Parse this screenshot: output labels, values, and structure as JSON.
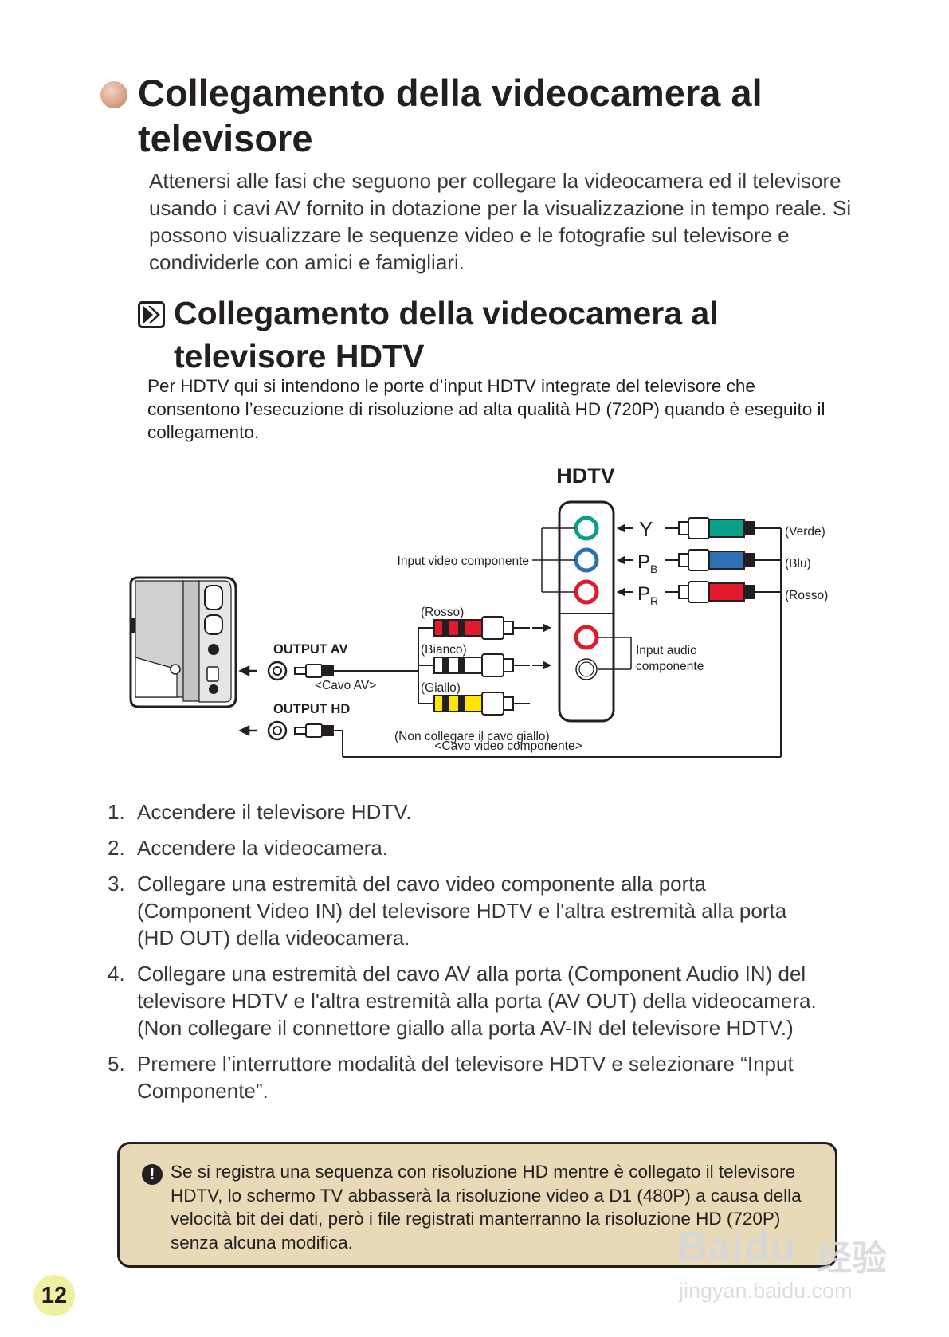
{
  "title": {
    "line1": "Collegamento della videocamera al",
    "line2": "televisore"
  },
  "intro": "Attenersi alle fasi che seguono per collegare la videocamera ed il televisore usando i cavi AV fornito in dotazione per la visualizzazione in tempo reale. Si possono visualizzare le sequenze video e le fotografie sul televisore e condividerle con amici e famigliari.",
  "subtitle": {
    "line1": "Collegamento della videocamera al",
    "line2": "televisore HDTV"
  },
  "description": "Per HDTV qui si intendono le porte d’input HDTV integrate del televisore che consentono l’esecuzione di risoluzione ad alta qualità HD (720P) quando è eseguito il collegamento.",
  "diagram": {
    "hdtv_label": "HDTV",
    "input_video_label": "Input video componente",
    "input_audio_label_1": "Input audio",
    "input_audio_label_2": "componente",
    "y_label": "Y",
    "pb_label": "P",
    "pb_sub": "B",
    "pr_label": "P",
    "pr_sub": "R",
    "verde": "(Verde)",
    "blu": "(Blu)",
    "rosso_component": "(Rosso)",
    "rosso_av": "(Rosso)",
    "bianco": "(Bianco)",
    "giallo": "(Giallo)",
    "output_av": "OUTPUT AV",
    "output_hd": "OUTPUT HD",
    "cavo_av": "<Cavo AV>",
    "non_collegare": "(Non collegare il cavo giallo)",
    "cavo_video_componente": "<Cavo video componente>",
    "colors": {
      "green": "#0aa08a",
      "blue": "#2f6fb3",
      "red": "#e01b2c",
      "yellow": "#ffe500"
    }
  },
  "steps": [
    {
      "num": "1.",
      "text": "Accendere il televisore HDTV."
    },
    {
      "num": "2.",
      "text": "Accendere la videocamera."
    },
    {
      "num": "3.",
      "text": "Collegare una estremità del cavo video componente alla porta (Component Video IN) del televisore HDTV e l'altra estremità alla porta (HD OUT) della videocamera."
    },
    {
      "num": "4.",
      "text": "Collegare una estremità del cavo AV alla porta (Component Audio IN) del televisore HDTV e l'altra estremità alla porta (AV OUT) della videocamera. (Non collegare il connettore giallo alla porta AV-IN del televisore HDTV.)"
    },
    {
      "num": "5.",
      "text": "Premere l’interruttore modalità del televisore HDTV e selezionare “Input Componente”."
    }
  ],
  "note": {
    "icon": "!",
    "text": "Se si registra una sequenza con risoluzione HD mentre è collegato il televisore HDTV, lo schermo TV abbasserà la risoluzione video a D1 (480P) a causa della velocità bit dei dati, però i file registrati manterranno la risoluzione HD (720P) senza alcuna modifica."
  },
  "page_number": "12",
  "watermark": {
    "brand": "Bai",
    "brand2": "du",
    "cn": "经验",
    "url": "jingyan.baidu.com"
  }
}
